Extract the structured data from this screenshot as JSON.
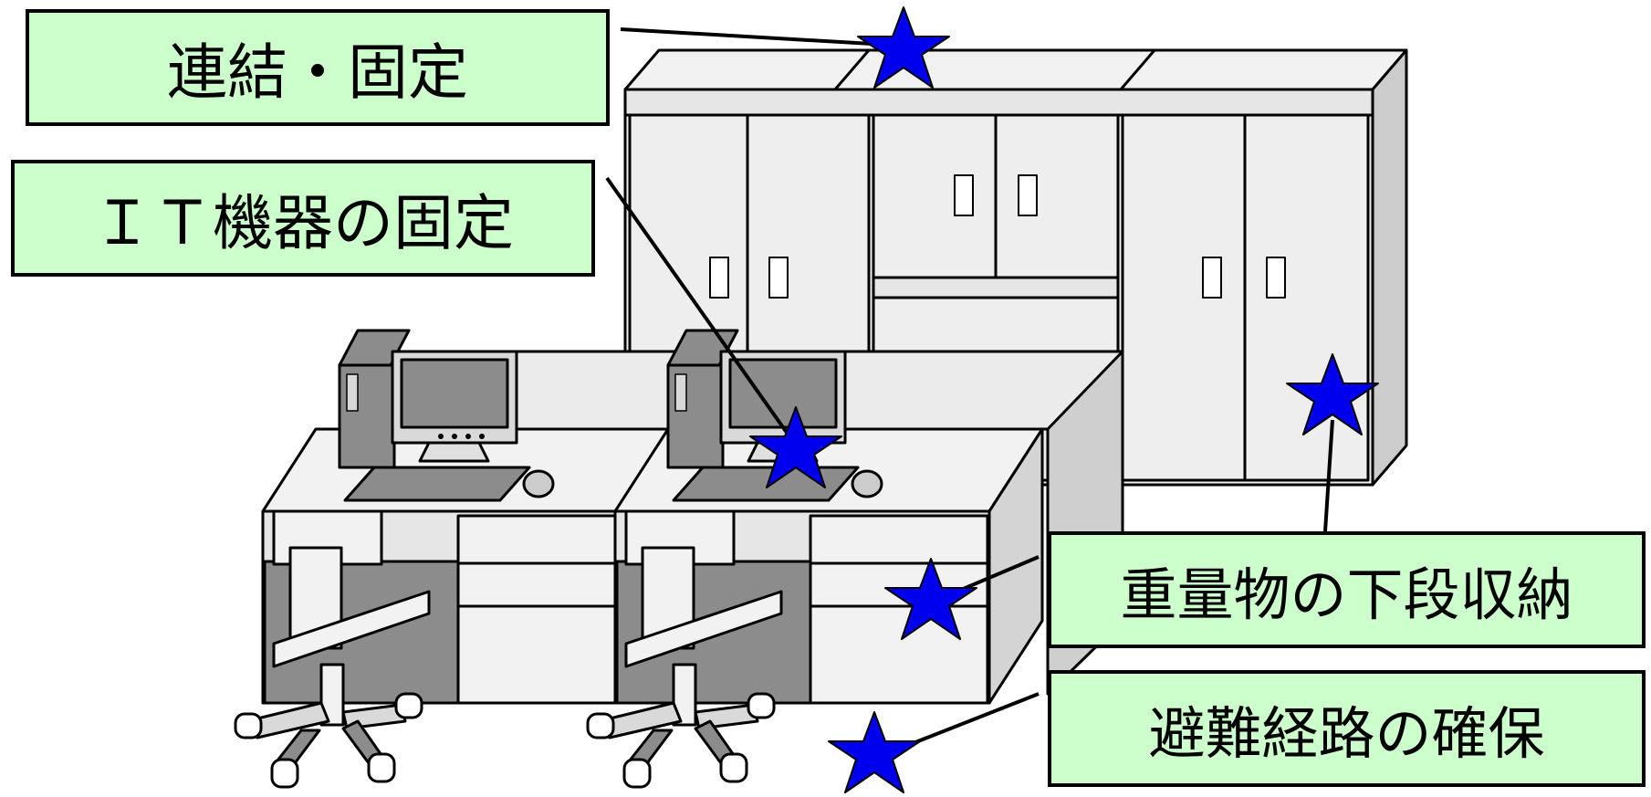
{
  "labels": {
    "connect_fix": "連結・固定",
    "it_fix": "ＩＴ機器の固定",
    "heavy_lower": "重量物の下段収納",
    "evac_route": "避難経路の確保"
  },
  "colors": {
    "label_bg": "#ccffcc",
    "star": "#0000ee",
    "outline": "#000000",
    "furniture_light": "#f2f2f2",
    "furniture_mid": "#d9d9d9",
    "furniture_dark": "#8c8c8c"
  },
  "icons": [
    "star-marker-icon",
    "cabinet",
    "desk",
    "monitor",
    "pc-tower",
    "keyboard",
    "mouse",
    "office-chair"
  ]
}
